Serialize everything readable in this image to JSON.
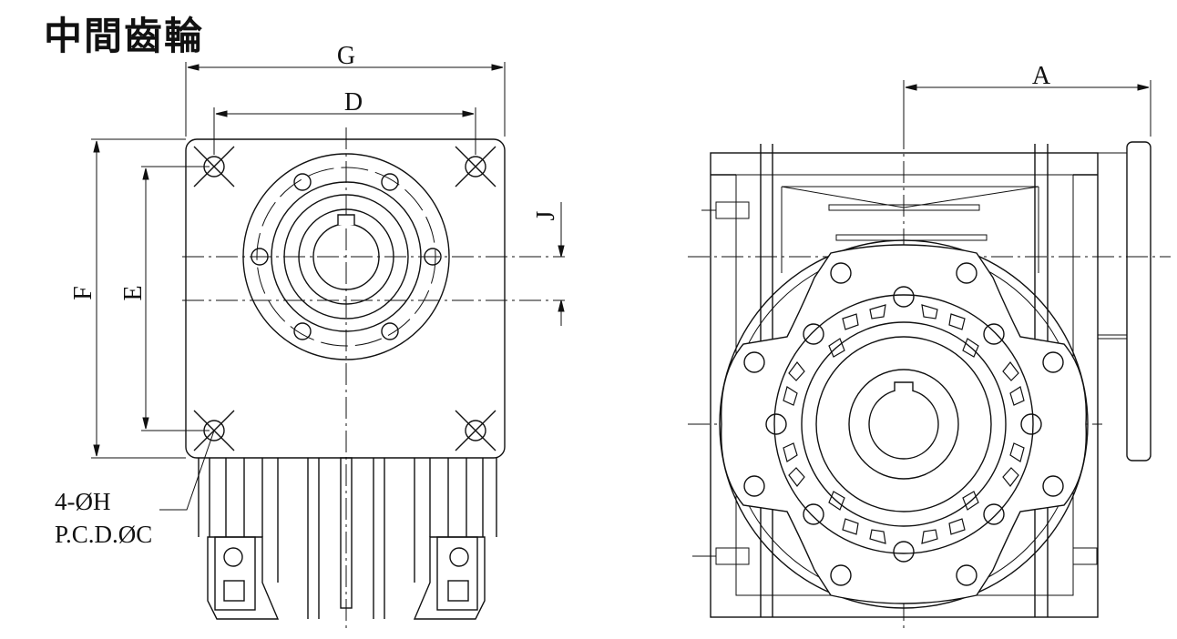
{
  "title": "中間齒輪",
  "labels": {
    "G": "G",
    "D": "D",
    "A": "A",
    "F": "F",
    "E": "E",
    "J": "J",
    "holes": "4-ØH",
    "pcd": "P.C.D.ØC"
  }
}
